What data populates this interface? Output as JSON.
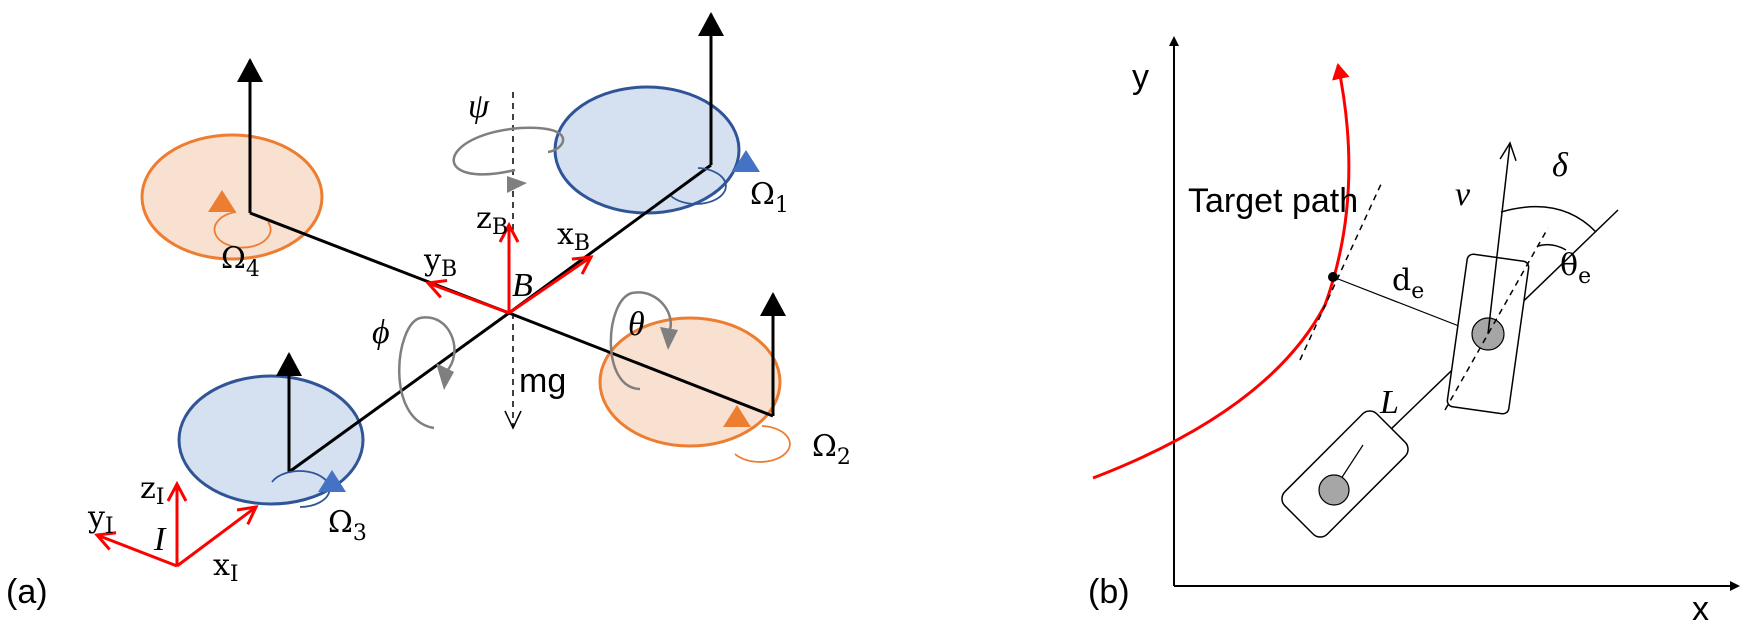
{
  "panel_a": {
    "tag": "(a)",
    "psi": "ψ",
    "phi": "ϕ",
    "theta": "θ",
    "mg": "mg",
    "B": "B",
    "I": "I",
    "zB": "z",
    "zB_sub": "B",
    "xB": "x",
    "xB_sub": "B",
    "yB": "y",
    "yB_sub": "B",
    "zI": "z",
    "zI_sub": "I",
    "yI": "y",
    "yI_sub": "I",
    "xI": "x",
    "xI_sub": "I",
    "omega1": "Ω",
    "omega1_sub": "1",
    "omega2": "Ω",
    "omega2_sub": "2",
    "omega3": "Ω",
    "omega3_sub": "3",
    "omega4": "Ω",
    "omega4_sub": "4"
  },
  "panel_b": {
    "tag": "(b)",
    "y_axis": "y",
    "x_axis": "x",
    "target_path": "Target path",
    "v": "v",
    "delta": "δ",
    "theta_e": "θ",
    "theta_e_sub": "e",
    "d_e": "d",
    "d_e_sub": "e",
    "L": "L"
  },
  "colors": {
    "orange_fill": "#F9E1D2",
    "orange_stroke": "#ED7D31",
    "blue_fill": "#D5E0F1",
    "blue_stroke": "#2F5597",
    "red": "#FF0000",
    "gray": "#7F7F7F",
    "black": "#000000"
  }
}
